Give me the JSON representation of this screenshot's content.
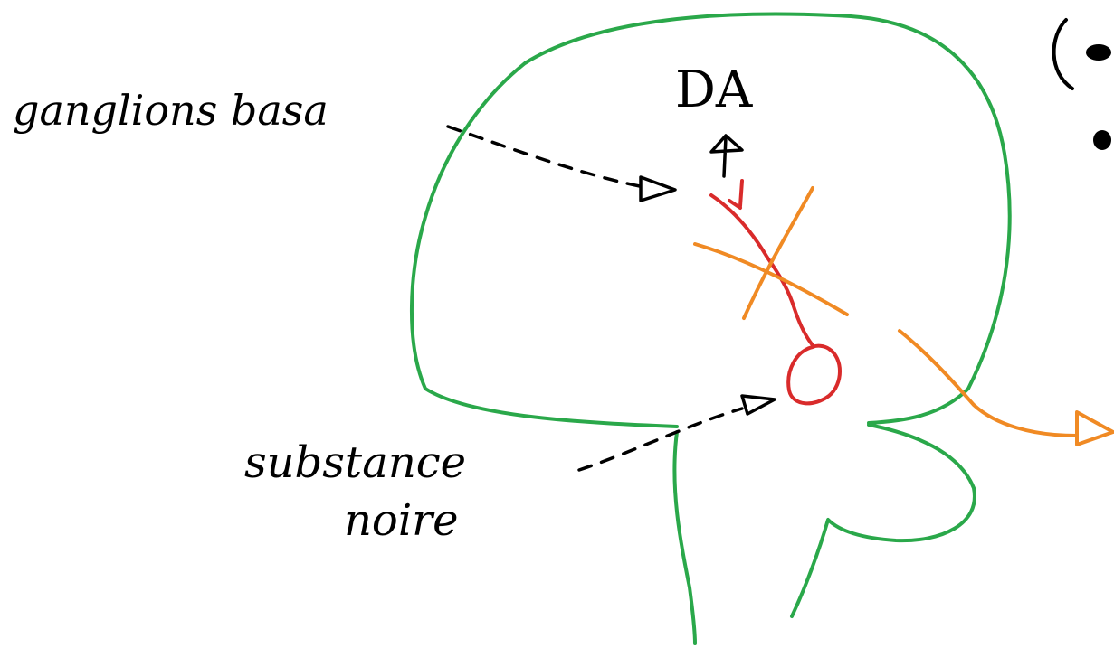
{
  "labels": {
    "ganglia": "ganglions basa",
    "da": "DA",
    "substance_line1": "substance",
    "substance_line2": "noire"
  },
  "colors": {
    "brain_outline": "#2aa84a",
    "neuron": "#d92b2b",
    "cross": "#f08a24",
    "output_arrow": "#f08a24",
    "ink": "#000000"
  }
}
